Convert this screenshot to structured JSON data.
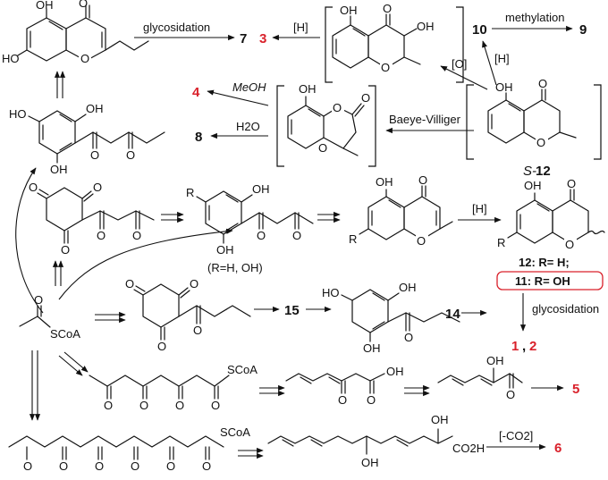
{
  "reactions": {
    "glycosidation_top": "glycosidation",
    "methylation": "methylation",
    "hydrogenation": "[H]",
    "oxidation": "[O]",
    "methanol": "MeOH",
    "water": "H2O",
    "baeyer_villiger": "Baeye-Villiger",
    "glycosidation_right": "glycosidation",
    "decarboxylation": "[-CO2]"
  },
  "compounds": {
    "c1": "1",
    "c2": "2",
    "c3": "3",
    "c4": "4",
    "c5": "5",
    "c6": "6",
    "c7": "7",
    "c8": "8",
    "c9": "9",
    "c10": "10",
    "c14": "14",
    "c15": "15",
    "s12_prefix": "S-",
    "s12_num": "12"
  },
  "labels": {
    "scoa": "SCoA",
    "oh": "OH",
    "ho": "HO",
    "o": "O",
    "r": "R",
    "co2h": "CO2H",
    "r_options": "(R=H, OH)",
    "note_12": "12: R= H;",
    "note_11": "11: R= OH"
  },
  "colors": {
    "highlight": "#d9212b"
  }
}
